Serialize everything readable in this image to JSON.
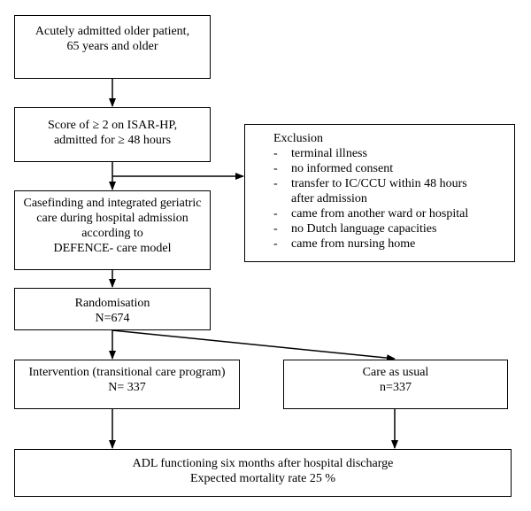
{
  "boxes": {
    "admitted": [
      "Acutely admitted older patient,",
      "65 years and older"
    ],
    "isar": [
      "Score of ≥ 2 on ISAR-HP,",
      "admitted for ≥ 48 hours"
    ],
    "casefinding": [
      "Casefinding and integrated geriatric",
      "care during hospital admission",
      "according to",
      "DEFENCE- care model"
    ],
    "randomisation": [
      "Randomisation",
      "N=674"
    ],
    "intervention": [
      "Intervention (transitional care program)",
      "N= 337"
    ],
    "usual": [
      "Care as usual",
      "n=337"
    ],
    "outcome": [
      "ADL functioning six months after hospital discharge",
      "Expected mortality rate 25 %"
    ]
  },
  "exclusion": {
    "title": "Exclusion",
    "items": [
      "terminal illness",
      "no informed consent",
      "transfer to IC/CCU within 48 hours after admission",
      "came from another ward or hospital",
      "no Dutch language capacities",
      "came from nursing home"
    ]
  }
}
